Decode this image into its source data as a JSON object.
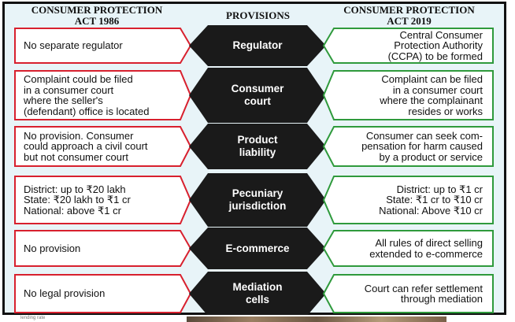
{
  "headers": {
    "left": [
      "CONSUMER PROTECTION",
      "ACT 1986"
    ],
    "center": "PROVISIONS",
    "right": [
      "CONSUMER PROTECTION",
      "ACT 2019"
    ]
  },
  "colors": {
    "background": "#e8f4f8",
    "left_border": "#d8202e",
    "right_border": "#2f9a3c",
    "provision_fill": "#1a1a1a"
  },
  "rows": [
    {
      "left": [
        "No separate regulator"
      ],
      "provision": [
        "Regulator"
      ],
      "right": [
        "Central Consumer",
        "Protection Authority",
        "(CCPA) to be formed"
      ]
    },
    {
      "left": [
        "Complaint could be filed",
        "in a consumer court",
        "where the seller's",
        "(defendant) office is located"
      ],
      "provision": [
        "Consumer",
        "court"
      ],
      "right": [
        "Complaint can be filed",
        "in a consumer court",
        "where the complainant",
        "resides or works"
      ]
    },
    {
      "left": [
        "No provision. Consumer",
        "could approach a civil court",
        "but not consumer court"
      ],
      "provision": [
        "Product",
        "liability"
      ],
      "right": [
        "Consumer can seek com-",
        "pensation for harm caused",
        "by a product or service"
      ]
    },
    {
      "left": [
        "District: up to ₹20 lakh",
        "State: ₹20 lakh to ₹1 cr",
        "National: above ₹1 cr"
      ],
      "provision": [
        "Pecuniary",
        "jurisdiction"
      ],
      "right": [
        "District: up to ₹1 cr",
        "State: ₹1 cr to ₹10 cr",
        "National: Above ₹10 cr"
      ]
    },
    {
      "left": [
        "No provision"
      ],
      "provision": [
        "E-commerce"
      ],
      "right": [
        "All rules of direct selling",
        "extended to e-commerce"
      ]
    },
    {
      "left": [
        "No legal provision"
      ],
      "provision": [
        "Mediation",
        "cells"
      ],
      "right": [
        "Court can refer settlement",
        "through mediation"
      ]
    }
  ],
  "footer_fragment": "lending rate"
}
